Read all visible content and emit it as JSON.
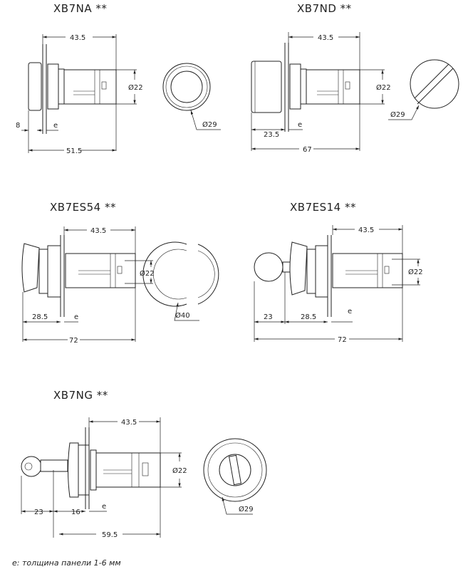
{
  "drawings": [
    {
      "title": "XB7NA **",
      "width": "43.5",
      "diameter": "Ø22",
      "front_diameter": "Ø29",
      "head": "8",
      "panel": "e",
      "total": "51.5"
    },
    {
      "title": "XB7ND **",
      "width": "43.5",
      "diameter": "Ø22",
      "front_diameter": "Ø29",
      "head": "23.5",
      "panel": "e",
      "total": "67"
    },
    {
      "title": "XB7ES54 **",
      "width": "43.5",
      "diameter": "Ø22",
      "front_diameter": "Ø40",
      "head": "28.5",
      "panel": "e",
      "total": "72"
    },
    {
      "title": "XB7ES14 **",
      "width": "43.5",
      "diameter": "Ø22",
      "ring": "23",
      "head": "28.5",
      "panel": "e",
      "total": "72"
    },
    {
      "title": "XB7NG **",
      "width": "43.5",
      "diameter": "Ø22",
      "front_diameter": "Ø29",
      "key": "23",
      "head": "16",
      "panel": "e",
      "total": "59.5"
    }
  ],
  "footnote": "e: толщина панели 1-6 мм"
}
